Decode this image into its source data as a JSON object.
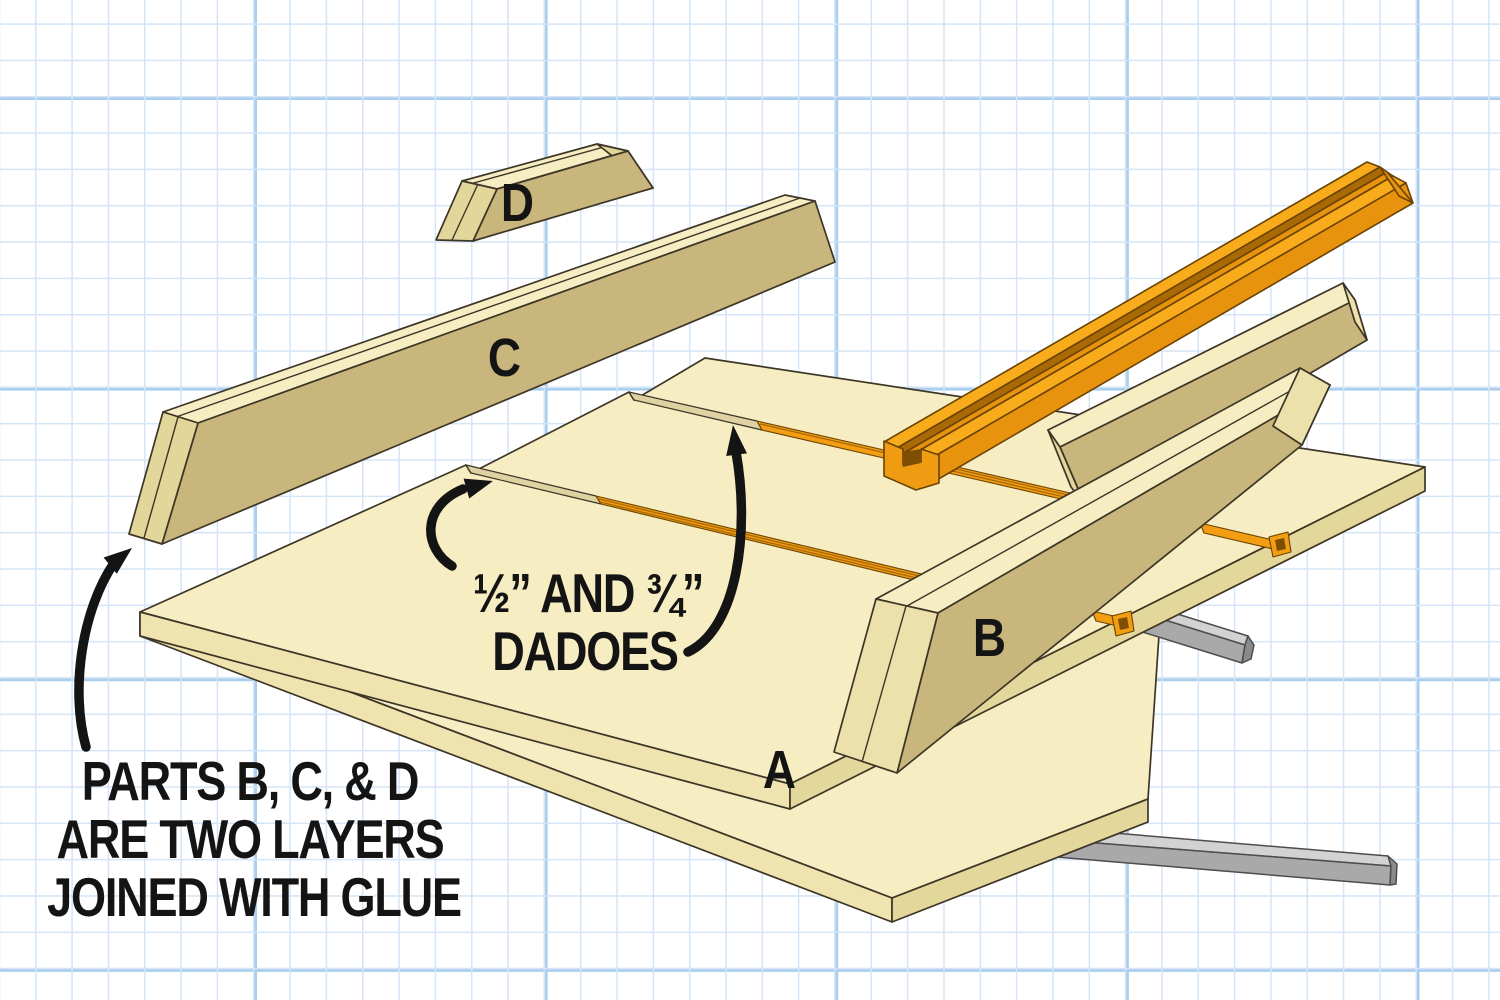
{
  "diagram": {
    "title_hint": "exploded view of dado jig on graph paper",
    "part_labels": {
      "a": "A",
      "b": "B",
      "c": "C",
      "d": "D"
    },
    "annotations": {
      "dadoes_line1": "½” AND ¾”",
      "dadoes_line2": "DADOES",
      "glue_line1": "PARTS B, C, & D",
      "glue_line2": "ARE TWO LAYERS",
      "glue_line3": "JOINED WITH GLUE"
    }
  },
  "colors": {
    "grid-minor": "#d3e5f6",
    "grid-major": "#a9cdec",
    "wood-top": "#f6edc3",
    "wood-face": "#c8b67c",
    "wood-end": "#e3d69b",
    "wood-end-light": "#ece0ab",
    "wood-edge": "#efe3af",
    "wood-edge2": "#e4d79c",
    "dado-cream": "#ded2a2",
    "dado-orange": "#f29d12",
    "track-bright": "#f8ac1c",
    "track-mid": "#e8930d",
    "track-dark": "#a96a05",
    "track-cap": "#f09c12",
    "runner-top": "#d2d2d2",
    "runner-front": "#a9a9a9",
    "runner-end": "#8a8a8a",
    "outline-wood": "#3d3627",
    "outline-track": "#6b4302",
    "outline-runner": "#4d4d4d",
    "ink": "#141414"
  }
}
